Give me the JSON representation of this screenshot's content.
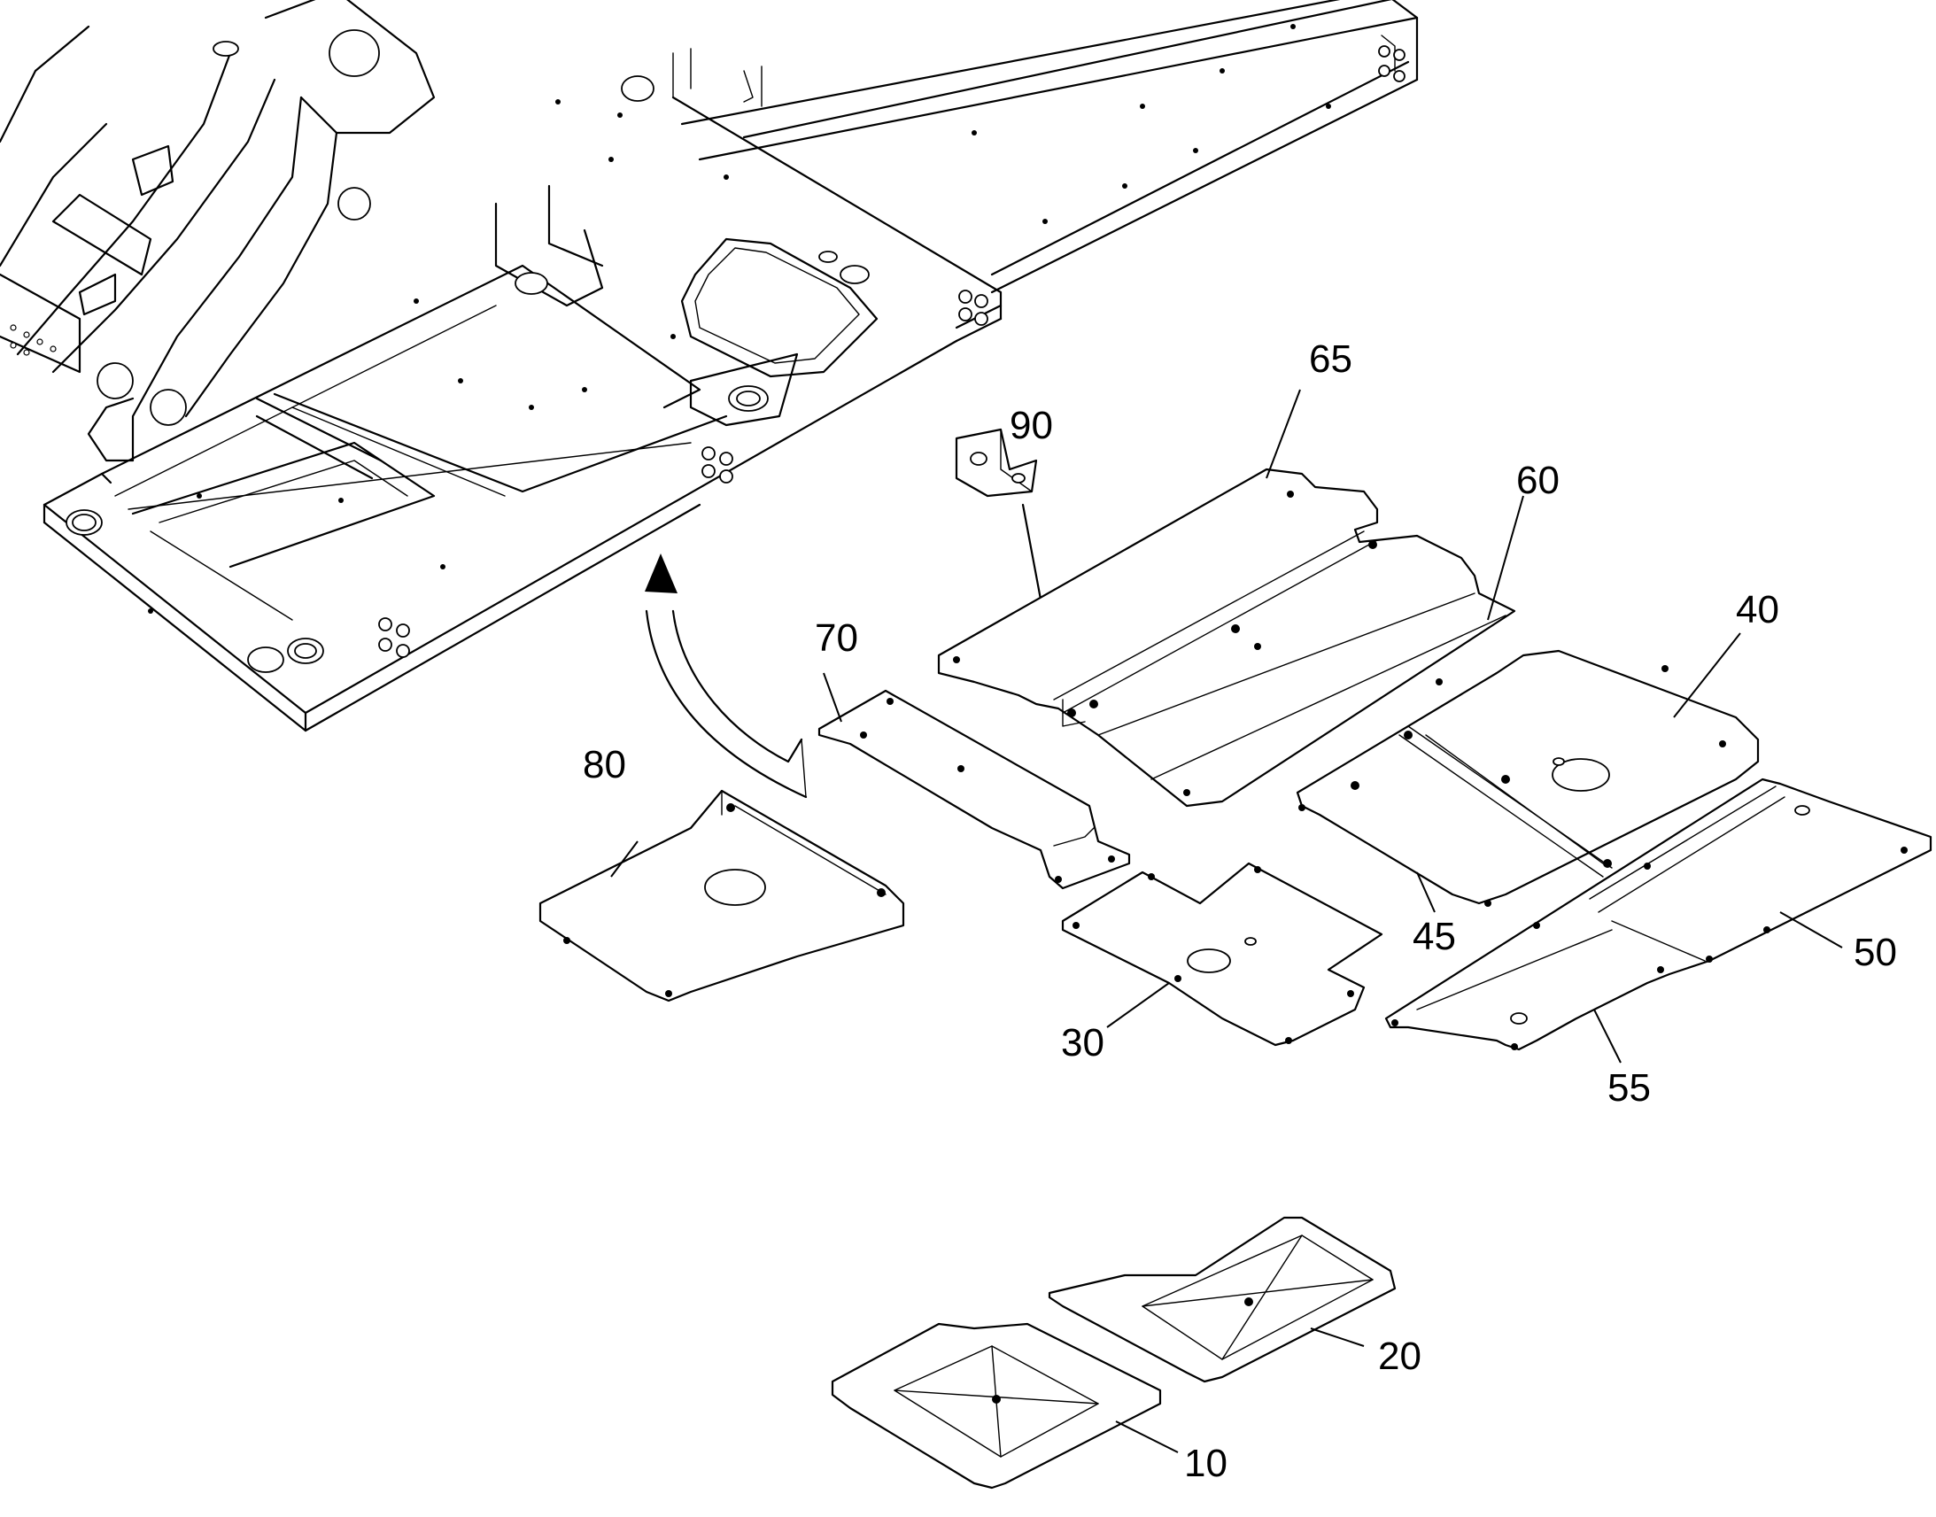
{
  "callouts": {
    "c10": "10",
    "c20": "20",
    "c30": "30",
    "c40": "40",
    "c45": "45",
    "c50": "50",
    "c55": "55",
    "c60": "60",
    "c65": "65",
    "c70": "70",
    "c80": "80",
    "c90": "90"
  },
  "colors": {
    "line": "#000000",
    "background": "#ffffff"
  }
}
